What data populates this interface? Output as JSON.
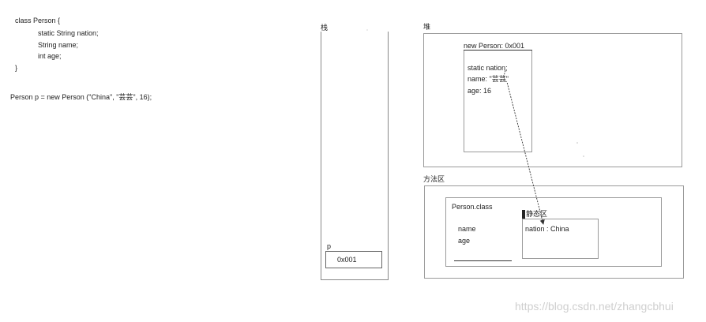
{
  "code": {
    "lines": [
      "class Person {",
      "static String nation;",
      "String name;",
      "int age;",
      "}"
    ],
    "statement": "Person p = new Person (\"China\", \"芸芸\", 16);"
  },
  "stack": {
    "title": "栈",
    "var_name": "p",
    "var_value": "0x001"
  },
  "heap": {
    "title": "堆",
    "object_header": "new  Person: 0x001",
    "fields": [
      "static nation;",
      "name: \"芸芸\"",
      "age:  16"
    ]
  },
  "method_area": {
    "title": "方法区",
    "class_title": "Person.class",
    "class_fields": [
      "name",
      "age"
    ],
    "static_area_title": "静态区",
    "static_value": "nation : China"
  },
  "watermark": "https://blog.csdn.net/zhangcbhui"
}
